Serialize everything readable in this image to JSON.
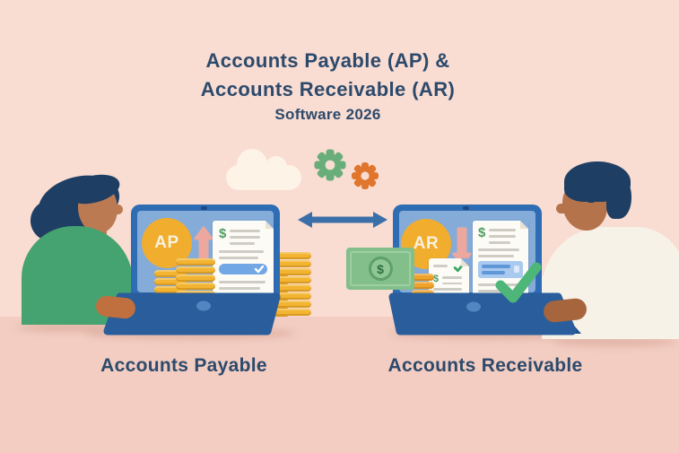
{
  "title": {
    "line1": "Accounts Payable (AP) &",
    "line2": "Accounts Receivable (AR)",
    "subtitle": "Software 2026"
  },
  "ap_side": {
    "badge": "AP",
    "label": "Accounts Payable",
    "invoice_currency": "$"
  },
  "ar_side": {
    "badge": "AR",
    "label": "Accounts Receivable",
    "invoice_currency": "$",
    "receipt_currency": "$"
  },
  "money_bill": {
    "currency": "$"
  },
  "icons": [
    "cloud-icon",
    "gear-green-icon",
    "gear-orange-icon",
    "transfer-arrow-icon",
    "up-arrow-icon",
    "down-arrow-icon",
    "checkmark-icon",
    "coin-stack",
    "money-bill-icon"
  ],
  "colors": {
    "background": "#f9dcd2",
    "desk": "#f3cdc2",
    "text_navy": "#2c4a6b",
    "laptop_frame": "#2e6cb4",
    "laptop_screen": "#85abd9",
    "laptop_base": "#2a5d9c",
    "badge_yellow": "#f0ad2e",
    "coin_gold": "#f3b431",
    "gear_green": "#68ad7a",
    "gear_orange": "#e0762e",
    "arrow_blue": "#3a6fa9",
    "pink_arrow": "#eca89e",
    "check_green": "#4db678",
    "bill_green": "#82bf8a",
    "sweater_green": "#45a271",
    "shirt_cream": "#f7f2e8",
    "hair_navy": "#1e3e63"
  }
}
